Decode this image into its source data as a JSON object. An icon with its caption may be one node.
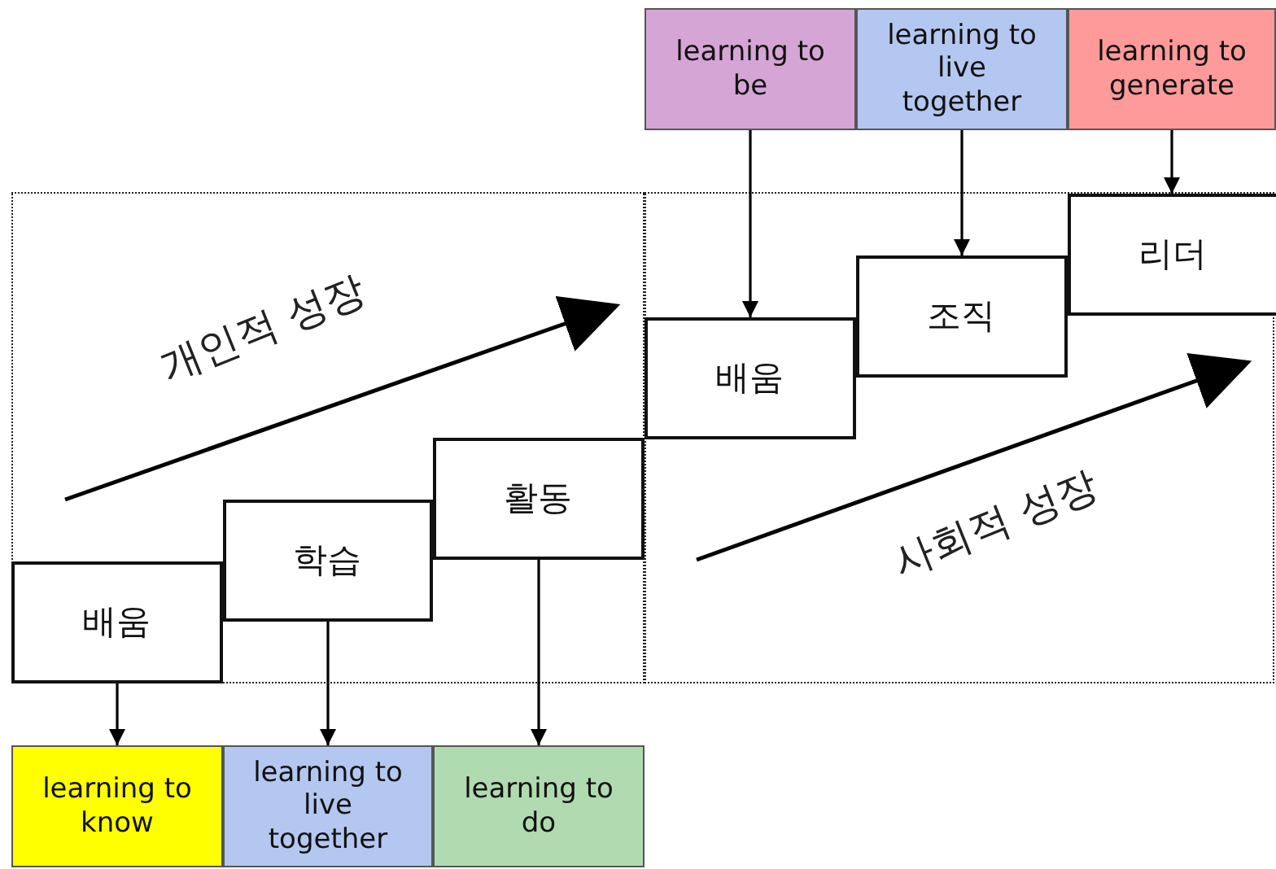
{
  "diagram": {
    "nodes": [
      {
        "text": [
          "learning to be"
        ]
      },
      {
        "text": [
          "learning to live together"
        ]
      },
      {
        "text": [
          "learning to generate"
        ]
      },
      {
        "text": [],
        "shape": "box"
      },
      {
        "text": [],
        "shape": "box"
      },
      {
        "text": [
          "배움"
        ],
        "in": 3
      },
      {
        "text": [
          "학습"
        ],
        "in": 3
      },
      {
        "text": [
          "활동"
        ],
        "in": 3
      },
      {
        "text": [
          "배움"
        ],
        "in": 4
      },
      {
        "text": [
          "조직"
        ],
        "in": 4
      },
      {
        "text": [
          "리더"
        ],
        "in": 4
      },
      {
        "text": [
          "learning to know"
        ]
      },
      {
        "text": [
          "learning to live together"
        ]
      },
      {
        "text": [
          "learning to do"
        ]
      }
    ],
    "edges": [
      {
        "from": 0,
        "to": 8,
        "arrow": "to"
      },
      {
        "from": 1,
        "to": 9,
        "arrow": "to"
      },
      {
        "from": 2,
        "to": 10,
        "arrow": "to"
      },
      {
        "from": 5,
        "to": 11,
        "arrow": "to"
      },
      {
        "from": 6,
        "to": 12,
        "arrow": "to"
      },
      {
        "from": 7,
        "to": 13,
        "arrow": "to"
      }
    ],
    "labels": [
      "개인적 성장",
      "사회적 성장"
    ]
  }
}
